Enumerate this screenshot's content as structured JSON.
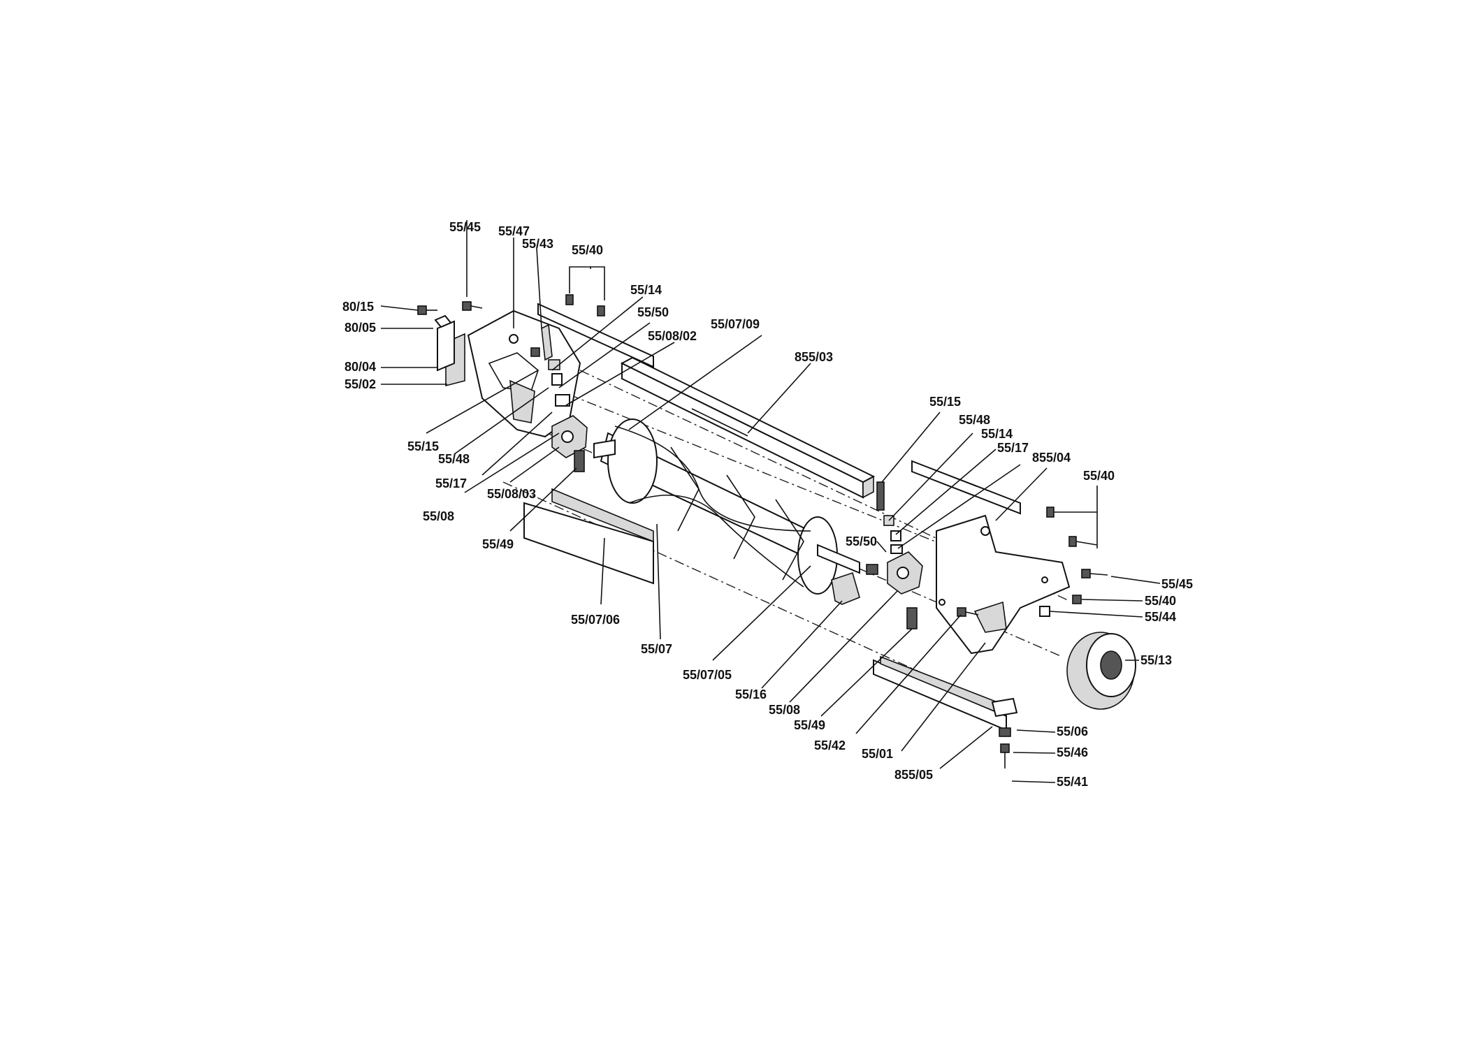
{
  "diagram": {
    "callouts": [
      {
        "id": "c1",
        "text": "55/45"
      },
      {
        "id": "c2",
        "text": "55/47"
      },
      {
        "id": "c3",
        "text": "55/43"
      },
      {
        "id": "c4",
        "text": "55/40"
      },
      {
        "id": "c5",
        "text": "80/15"
      },
      {
        "id": "c6",
        "text": "80/05"
      },
      {
        "id": "c7",
        "text": "80/04"
      },
      {
        "id": "c8",
        "text": "55/02"
      },
      {
        "id": "c9",
        "text": "55/14"
      },
      {
        "id": "c10",
        "text": "55/50"
      },
      {
        "id": "c11",
        "text": "55/08/02"
      },
      {
        "id": "c12",
        "text": "55/07/09"
      },
      {
        "id": "c13",
        "text": "855/03"
      },
      {
        "id": "c14",
        "text": "55/15"
      },
      {
        "id": "c15",
        "text": "55/48"
      },
      {
        "id": "c16",
        "text": "55/17"
      },
      {
        "id": "c17",
        "text": "55/08"
      },
      {
        "id": "c18",
        "text": "55/08/03"
      },
      {
        "id": "c19",
        "text": "55/49"
      },
      {
        "id": "c20",
        "text": "55/15"
      },
      {
        "id": "c21",
        "text": "55/48"
      },
      {
        "id": "c22",
        "text": "55/14"
      },
      {
        "id": "c23",
        "text": "55/17"
      },
      {
        "id": "c24",
        "text": "855/04"
      },
      {
        "id": "c25",
        "text": "55/40"
      },
      {
        "id": "c26",
        "text": "55/50"
      },
      {
        "id": "c27",
        "text": "55/45"
      },
      {
        "id": "c28",
        "text": "55/40"
      },
      {
        "id": "c29",
        "text": "55/44"
      },
      {
        "id": "c30",
        "text": "55/13"
      },
      {
        "id": "c31",
        "text": "55/07/06"
      },
      {
        "id": "c32",
        "text": "55/07"
      },
      {
        "id": "c33",
        "text": "55/07/05"
      },
      {
        "id": "c34",
        "text": "55/16"
      },
      {
        "id": "c35",
        "text": "55/08"
      },
      {
        "id": "c36",
        "text": "55/49"
      },
      {
        "id": "c37",
        "text": "55/42"
      },
      {
        "id": "c38",
        "text": "55/01"
      },
      {
        "id": "c39",
        "text": "855/05"
      },
      {
        "id": "c40",
        "text": "55/06"
      },
      {
        "id": "c41",
        "text": "55/46"
      },
      {
        "id": "c42",
        "text": "55/41"
      }
    ]
  }
}
